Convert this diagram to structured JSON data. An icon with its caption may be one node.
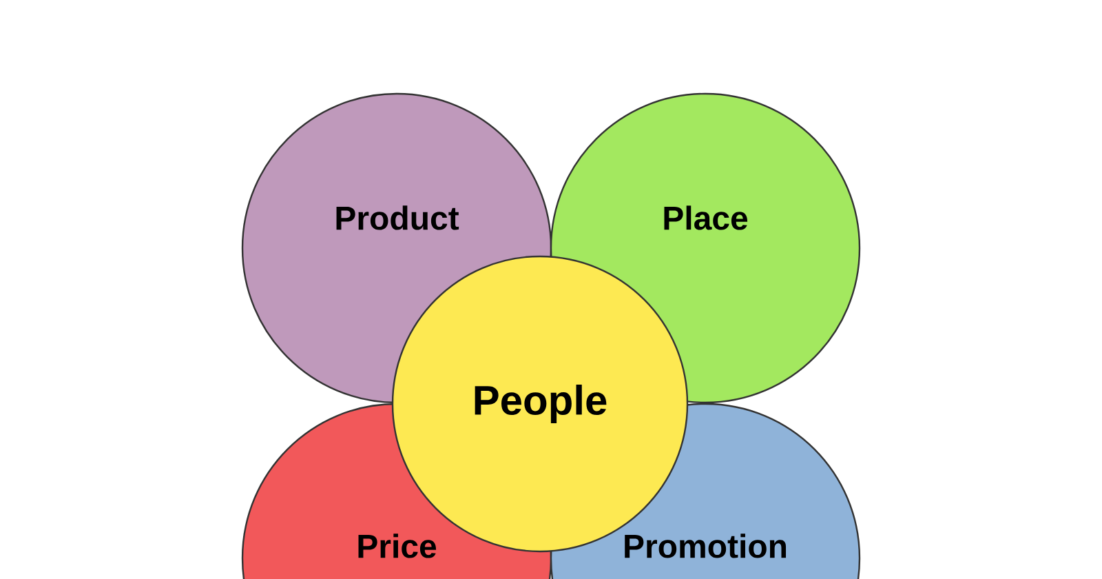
{
  "diagram": {
    "nodes": [
      {
        "text": [
          "Product"
        ]
      },
      {
        "text": [
          "Place"
        ]
      },
      {
        "text": [
          "People"
        ]
      },
      {
        "text": [
          "Price"
        ]
      },
      {
        "text": [
          "Promotion"
        ]
      }
    ]
  }
}
